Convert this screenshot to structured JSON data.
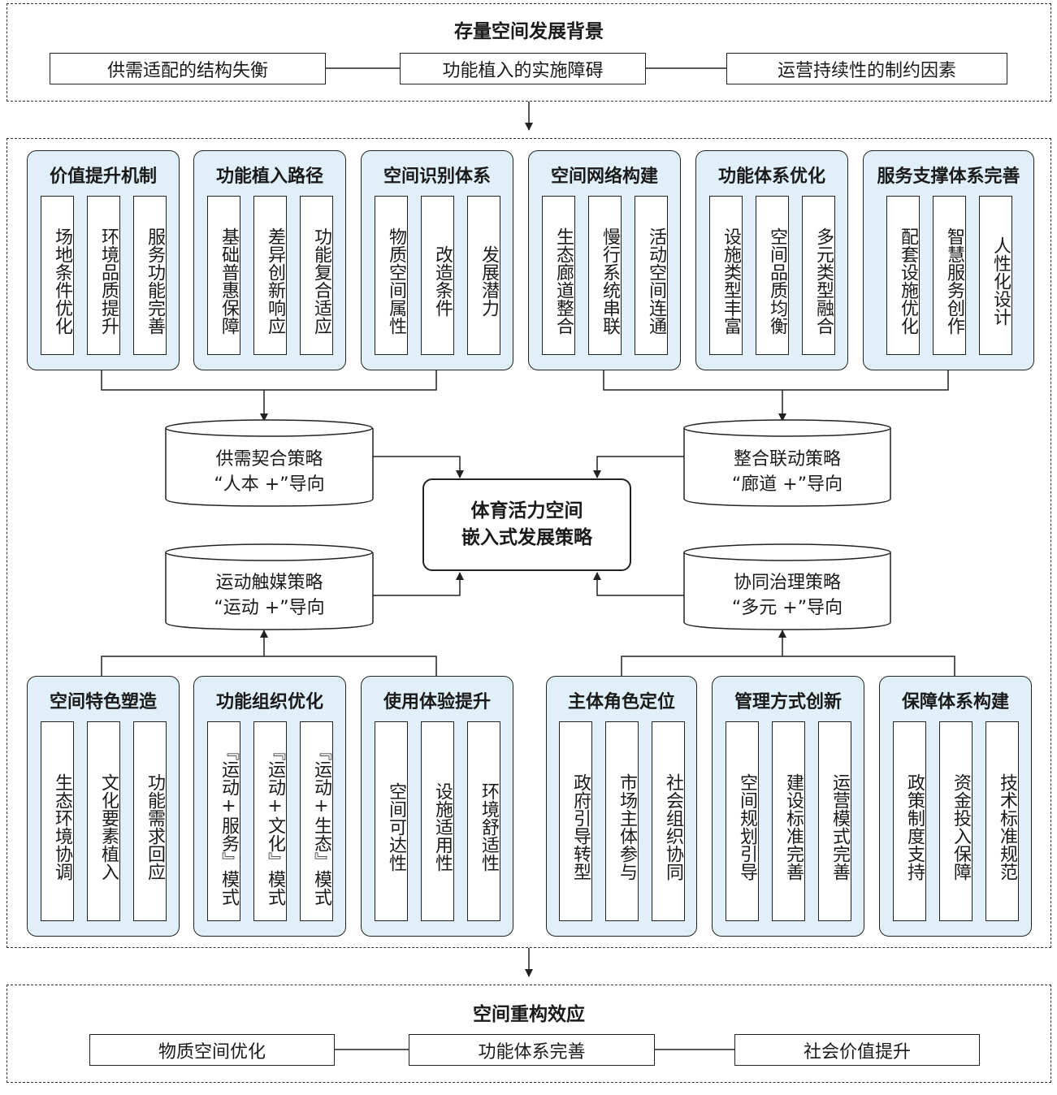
{
  "top": {
    "title": "存量空间发展背景",
    "items": [
      "供需适配的结构失衡",
      "功能植入的实施障碍",
      "运营持续性的制约因素"
    ]
  },
  "upper_groups": [
    {
      "title": "价值提升机制",
      "cols": [
        "场地条件优化",
        "环境品质提升",
        "服务功能完善"
      ]
    },
    {
      "title": "功能植入路径",
      "cols": [
        "基础普惠保障",
        "差异创新响应",
        "功能复合适应"
      ]
    },
    {
      "title": "空间识别体系",
      "cols": [
        "物质空间属性",
        "改造条件",
        "发展潜力"
      ]
    },
    {
      "title": "空间网络构建",
      "cols": [
        "生态廊道整合",
        "慢行系统串联",
        "活动空间连通"
      ]
    },
    {
      "title": "功能体系优化",
      "cols": [
        "设施类型丰富",
        "空间品质均衡",
        "多元类型融合"
      ]
    },
    {
      "title": "服务支撑体系完善",
      "cols": [
        "配套设施优化",
        "智慧服务创作",
        "人性化设计"
      ]
    }
  ],
  "strategies": {
    "top_left": {
      "line1": "供需契合策略",
      "line2": "“人本 +”导向"
    },
    "top_right": {
      "line1": "整合联动策略",
      "line2": "“廊道 +”导向"
    },
    "bottom_left": {
      "line1": "运动触媒策略",
      "line2": "“运动 +”导向"
    },
    "bottom_right": {
      "line1": "协同治理策略",
      "line2": "“多元 +”导向"
    }
  },
  "center": {
    "line1": "体育活力空间",
    "line2": "嵌入式发展策略"
  },
  "lower_groups": [
    {
      "title": "空间特色塑造",
      "cols": [
        "生态环境协调",
        "文化要素植入",
        "功能需求回应"
      ]
    },
    {
      "title": "功能组织优化",
      "cols": [
        "『运动+服务』模式",
        "『运动+文化』模式",
        "『运动+生态』模式"
      ]
    },
    {
      "title": "使用体验提升",
      "cols": [
        "空间可达性",
        "设施适用性",
        "环境舒适性"
      ]
    },
    {
      "title": "主体角色定位",
      "cols": [
        "政府引导转型",
        "市场主体参与",
        "社会组织协同"
      ]
    },
    {
      "title": "管理方式创新",
      "cols": [
        "空间规划引导",
        "建设标准完善",
        "运营模式完善"
      ]
    },
    {
      "title": "保障体系构建",
      "cols": [
        "政策制度支持",
        "资金投入保障",
        "技术标准规范"
      ]
    }
  ],
  "bottom": {
    "title": "空间重构效应",
    "items": [
      "物质空间优化",
      "功能体系完善",
      "社会价值提升"
    ]
  }
}
